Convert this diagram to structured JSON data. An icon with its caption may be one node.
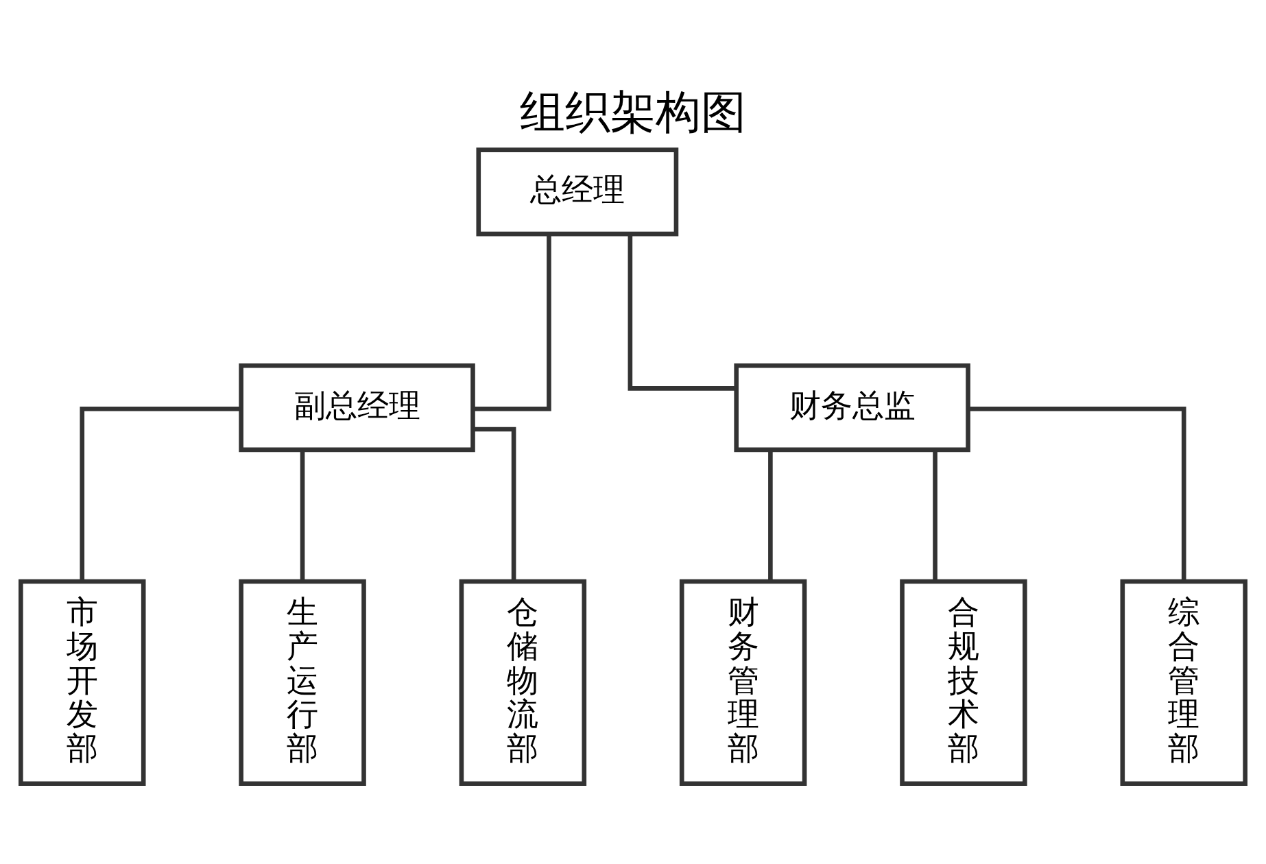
{
  "diagram": {
    "title": "组织架构图",
    "nodes": [
      {
        "text": [
          "总经理"
        ]
      },
      {
        "text": [
          "副总经理"
        ]
      },
      {
        "text": [
          "财务总监"
        ]
      },
      {
        "text": [
          "市场开发部"
        ]
      },
      {
        "text": [
          "生产运行部"
        ]
      },
      {
        "text": [
          "仓储物流部"
        ]
      },
      {
        "text": [
          "财务管理部"
        ]
      },
      {
        "text": [
          "合规技术部"
        ]
      },
      {
        "text": [
          "综合管理部"
        ]
      }
    ],
    "edges": [
      {
        "from": 0,
        "to": 1,
        "arrow": "none"
      },
      {
        "from": 0,
        "to": 2,
        "arrow": "none"
      },
      {
        "from": 1,
        "to": 3,
        "arrow": "none"
      },
      {
        "from": 1,
        "to": 4,
        "arrow": "none"
      },
      {
        "from": 1,
        "to": 5,
        "arrow": "none"
      },
      {
        "from": 2,
        "to": 6,
        "arrow": "none"
      },
      {
        "from": 2,
        "to": 7,
        "arrow": "none"
      },
      {
        "from": 2,
        "to": 8,
        "arrow": "none"
      }
    ]
  }
}
